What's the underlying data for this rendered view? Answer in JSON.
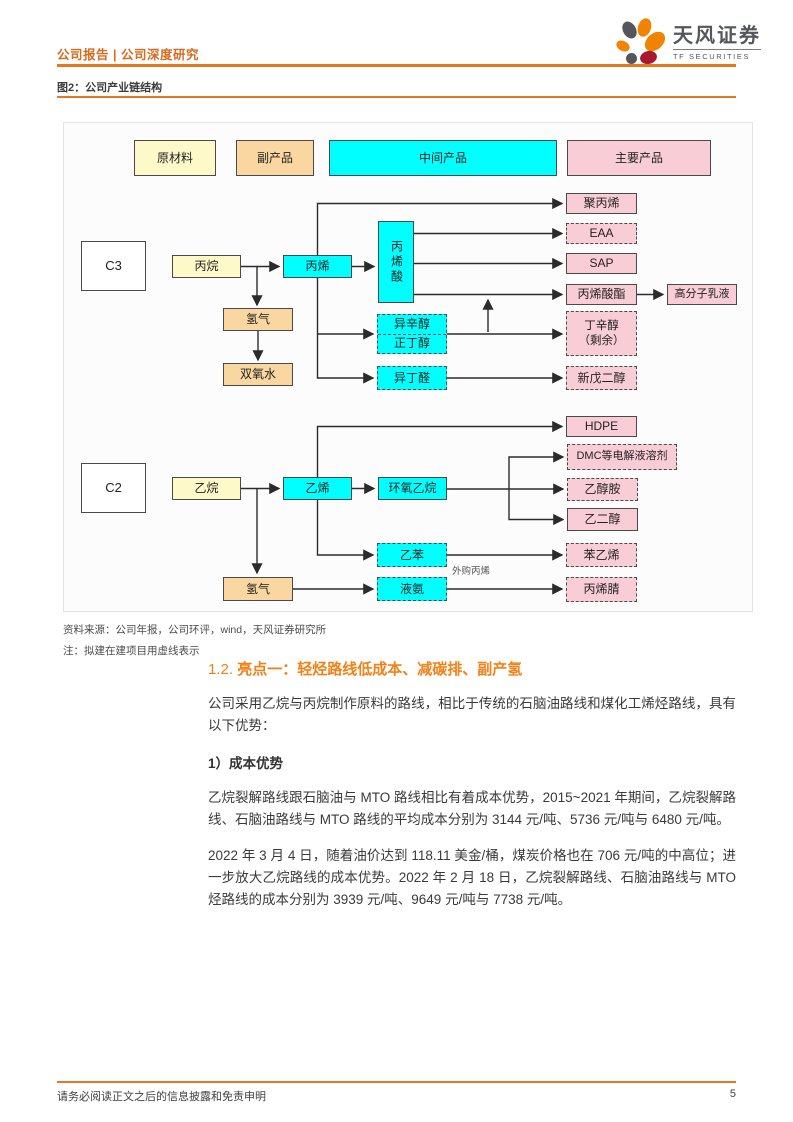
{
  "colors": {
    "accent_orange": "#E87722",
    "heading_orange": "#F28118",
    "brand_gray": "#53565A",
    "brand_red": "#A6192E",
    "raw_material": "#FDF9C9",
    "byproduct": "#FAD7A1",
    "intermediate": "#00FFFF",
    "main_product": "#F9CDD5"
  },
  "header": {
    "category": "公司报告 | 公司深度研究",
    "brand_name": "天风证券",
    "brand_sub": "TF SECURITIES"
  },
  "figure": {
    "caption": "图2：公司产业链结构",
    "legend": {
      "raw": "原材料",
      "byproduct": "副产品",
      "intermediate": "中间产品",
      "main": "主要产品"
    },
    "nodes": {
      "c3": "C3",
      "bingwan": "丙烷",
      "bingxi": "丙烯",
      "bingxisuan": "丙烯酸",
      "jubingxi": "聚丙烯",
      "eaa": "EAA",
      "sap": "SAP",
      "bingxisuanzhi": "丙烯酸酯",
      "gaofenzi": "高分子乳液",
      "qingqi_top": "氢气",
      "shuangyangshui": "双氧水",
      "yixinchun": "异辛醇",
      "zhengdingchun": "正丁醇",
      "dingxinchun_1": "丁辛醇",
      "dingxinchun_2": "（剩余）",
      "yidingquan": "异丁醛",
      "xinwuerchun": "新戊二醇",
      "c2": "C2",
      "yiwan": "乙烷",
      "yixi": "乙烯",
      "huanyangyiwan": "环氧乙烷",
      "hdpe": "HDPE",
      "dmc": "DMC等电解液溶剂",
      "yichunan": "乙醇胺",
      "yierchun": "乙二醇",
      "yiben": "乙苯",
      "benyixi": "苯乙烯",
      "yean": "液氨",
      "bingxiqing": "丙烯腈",
      "qingqi_bottom": "氢气",
      "waigou_label": "外购丙烯"
    },
    "edges": [
      [
        "丙烷",
        "丙烯"
      ],
      [
        "丙烷",
        "氢气"
      ],
      [
        "氢气",
        "双氧水"
      ],
      [
        "丙烯",
        "聚丙烯"
      ],
      [
        "丙烯",
        "丙烯酸"
      ],
      [
        "丙烯酸",
        "EAA"
      ],
      [
        "丙烯酸",
        "SAP"
      ],
      [
        "丙烯酸",
        "丙烯酸酯"
      ],
      [
        "丙烯酸酯",
        "高分子乳液"
      ],
      [
        "丙烯",
        "异辛醇/正丁醇"
      ],
      [
        "丙烯",
        "异丁醛"
      ],
      [
        "异辛醇/正丁醇",
        "丁辛醇（剩余）"
      ],
      [
        "异辛醇/正丁醇",
        "丙烯酸酯"
      ],
      [
        "异丁醛",
        "新戊二醇"
      ],
      [
        "乙烷",
        "乙烯"
      ],
      [
        "乙烷",
        "氢气"
      ],
      [
        "乙烯",
        "HDPE"
      ],
      [
        "乙烯",
        "环氧乙烷"
      ],
      [
        "环氧乙烷",
        "DMC等电解液溶剂"
      ],
      [
        "环氧乙烷",
        "乙醇胺"
      ],
      [
        "环氧乙烷",
        "乙二醇"
      ],
      [
        "乙烯",
        "乙苯"
      ],
      [
        "乙苯",
        "苯乙烯"
      ],
      [
        "氢气",
        "液氨"
      ],
      [
        "液氨",
        "丙烯腈",
        "外购丙烯"
      ]
    ],
    "source": "资料来源：公司年报，公司环评，wind，天风证券研究所",
    "note": "注：拟建在建项目用虚线表示"
  },
  "section": {
    "number": "1.2.",
    "title": "亮点一：轻烃路线低成本、减碳排、副产氢",
    "subheading": "1）成本优势",
    "paragraphs": [
      "公司采用乙烷与丙烷制作原料的路线，相比于传统的石脑油路线和煤化工烯烃路线，具有以下优势：",
      "乙烷裂解路线跟石脑油与 MTO 路线相比有着成本优势，2015~2021 年期间，乙烷裂解路线、石脑油路线与 MTO 路线的平均成本分别为 3144 元/吨、5736 元/吨与 6480 元/吨。",
      "2022 年 3 月 4 日，随着油价达到 118.11 美金/桶，煤炭价格也在 706 元/吨的中高位；进一步放大乙烷路线的成本优势。2022 年 2 月 18 日，乙烷裂解路线、石脑油路线与 MTO 烃路线的成本分别为 3939 元/吨、9649 元/吨与 7738 元/吨。"
    ]
  },
  "footer": {
    "disclaimer": "请务必阅读正文之后的信息披露和免责申明",
    "page": "5"
  }
}
